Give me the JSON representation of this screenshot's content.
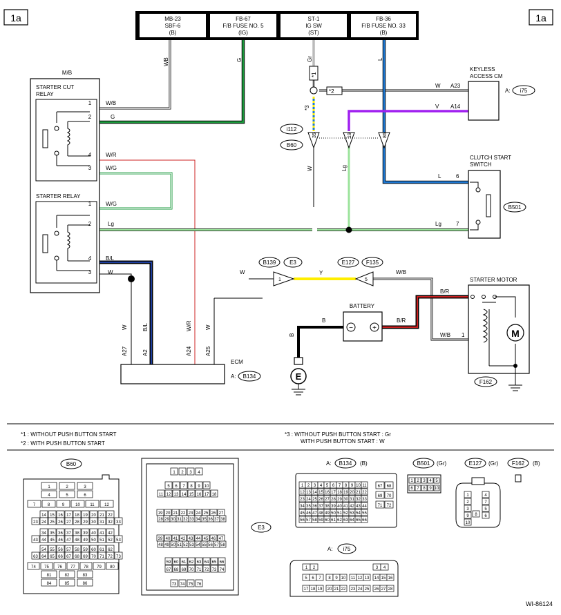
{
  "page_tag": "1a",
  "diagram_id": "WI-86124",
  "fuse_block": [
    {
      "line1": "MB-23",
      "line2": "SBF-6",
      "line3": "(B)"
    },
    {
      "line1": "FB-67",
      "line2": "F/B FUSE NO. 5",
      "line3": "(IG)"
    },
    {
      "line1": "ST-1",
      "line2": "IG SW",
      "line3": "(ST)"
    },
    {
      "line1": "FB-36",
      "line2": "F/B FUSE NO. 33",
      "line3": "(B)"
    }
  ],
  "mb": {
    "label": "M/B",
    "starter_cut_relay": "STARTER CUT\nRELAY",
    "starter_relay": "STARTER RELAY",
    "pins": {
      "p1": "1",
      "p2": "2",
      "p4": "4",
      "p3": "3",
      "q1": "1",
      "q2": "2",
      "q4": "4",
      "q3": "3"
    }
  },
  "components": {
    "keyless": "KEYLESS\nACCESS CM",
    "keyless_conn_prefix": "A:",
    "keyless_conn": "i75",
    "clutch": "CLUTCH START\nSWITCH",
    "clutch_conn": "B501",
    "starter_motor": "STARTER MOTOR",
    "starter_conn": "F162",
    "battery": "BATTERY",
    "battery_minus": "−",
    "battery_plus": "+",
    "ecm": "ECM",
    "ecm_conn_prefix": "A:",
    "ecm_conn": "B134",
    "motor_symbol": "M",
    "ground_symbol": "E"
  },
  "connectors": {
    "i112": "i112",
    "b60": "B60",
    "b139": "B139",
    "e3": "E3",
    "e127": "E127",
    "f135": "F135"
  },
  "wire_labels": {
    "wb_top": "WB",
    "g_top": "G",
    "gr_top": "Gr",
    "l_top": "L",
    "w_a23": "W",
    "a23": "A23",
    "v_a14": "V",
    "a14": "A14",
    "wb_p1": "W/B",
    "g_p2": "G",
    "wr_p4": "W/R",
    "wg_p3": "W/G",
    "wg_q1": "W/G",
    "lg_q2": "Lg",
    "bl_q4": "B/L",
    "w_q3": "W",
    "l_clutch": "L",
    "p6": "6",
    "lg_clutch": "Lg",
    "p7": "7",
    "w_v": "W",
    "lg_v": "Lg",
    "w_b139": "W",
    "y_mid": "Y",
    "pin1": "1",
    "pin5": "5",
    "wb_f135": "W/B",
    "br_top": "B/R",
    "wb_motor": "W/B",
    "motor_pin1": "1",
    "b_batt": "B",
    "br_batt": "B/R",
    "b_ground": "B",
    "w_a27": "W",
    "a27": "A27",
    "bl_a2": "B/L",
    "a2": "A2",
    "wr_a24": "W/R",
    "a24": "A24",
    "w_a25": "W",
    "a25": "A25",
    "pin35": "35",
    "pin19": "19",
    "pin86": "86"
  },
  "notes": {
    "star1": "*1",
    "star2": "*2",
    "star3": "*3",
    "n1": "*1  : WITHOUT PUSH BUTTON START",
    "n2": "*2  : WITH PUSH BUTTON START",
    "n3a": "*3  : WITHOUT PUSH BUTTON START  : Gr",
    "n3b": "WITH PUSH BUTTON START  : W"
  },
  "bottom": {
    "b60": "B60",
    "e3": "E3",
    "a_prefix": "A:",
    "b134": "B134",
    "b134_color": "(B)",
    "b501": "B501",
    "b501_color": "(Gr)",
    "e127": "E127",
    "e127_color": "(Gr)",
    "f162": "F162",
    "f162_color": "(B)",
    "i75": "i75"
  },
  "wire_colors": {
    "green": "#1a9a3c",
    "blue": "#1e78d2",
    "violet": "#a020f0",
    "light_green": "#9be39b",
    "yellow": "#ffee00",
    "red": "#cc2020",
    "gray": "#bbbbbb"
  }
}
